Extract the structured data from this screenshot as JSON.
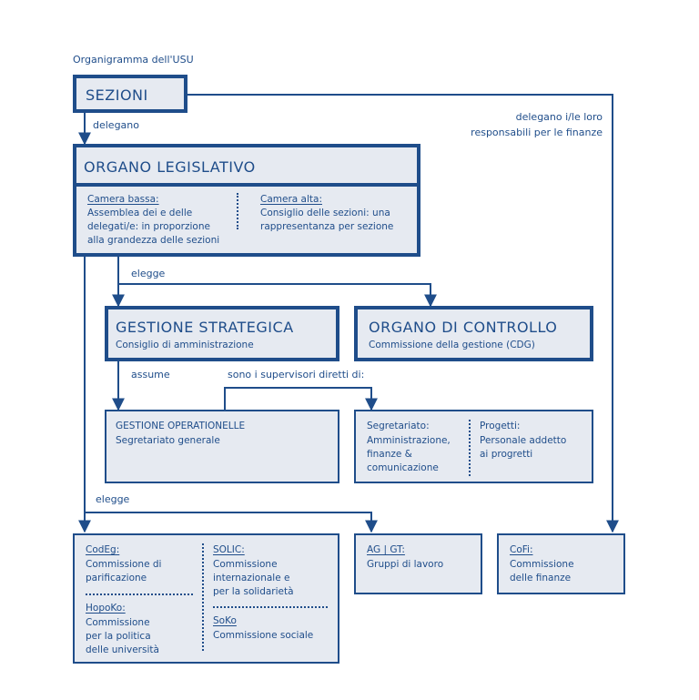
{
  "header": {
    "title": "Organigramma dell'USU"
  },
  "sezioni": {
    "title": "SEZIONI"
  },
  "labels": {
    "delegano": "delegano",
    "delegano_finanze_line1": "delegano i/le loro",
    "delegano_finanze_line2": "responsabili per le finanze",
    "elegge1": "elegge",
    "assume": "assume",
    "supervisori": "sono i supervisori diretti di:",
    "elegge2": "elegge"
  },
  "legislativo": {
    "title": "ORGANO LEGISLATIVO",
    "bassa_title": "Camera bassa:",
    "bassa_lines": [
      "Assemblea dei e delle",
      "delegati/e: in proporzione",
      "alla grandezza delle sezioni"
    ],
    "alta_title": "Camera alta:",
    "alta_lines": [
      "Consiglio delle sezioni: una",
      "rappresentanza per sezione"
    ]
  },
  "strategica": {
    "title": "GESTIONE STRATEGICA",
    "subtitle": "Consiglio di amministrazione"
  },
  "controllo": {
    "title": "ORGANO DI CONTROLLO",
    "subtitle": "Commissione della gestione (CDG)"
  },
  "operationelle": {
    "title": "GESTIONE OPERATIONELLE",
    "subtitle": "Segretariato generale"
  },
  "segretariato": {
    "seg_title": "Segretariato:",
    "seg_lines": [
      "Amministrazione,",
      "finanze &",
      "comunicazione"
    ],
    "prog_title": "Progetti:",
    "prog_lines": [
      "Personale addetto",
      "ai progretti"
    ]
  },
  "commissioni": {
    "codeg_title": "CodEg:",
    "codeg_lines": [
      "Commissione di",
      "parificazione"
    ],
    "solic_title": "SOLIC:",
    "solic_lines": [
      "Commissione",
      "internazionale e",
      "per la solidarietà"
    ],
    "hopoko_title": "HopoKo:",
    "hopoko_lines": [
      "Commissione",
      "per la politica",
      "delle università"
    ],
    "soko_title": "SoKo",
    "soko_lines": [
      "Commissione sociale"
    ]
  },
  "gruppi": {
    "title": "AG | GT:",
    "subtitle": "Gruppi di lavoro"
  },
  "cofi": {
    "title": "CoFi:",
    "lines": [
      "Commissione",
      "delle finanze"
    ]
  },
  "colors": {
    "line": "#1f4d8a",
    "fill": "#e6eaf1"
  }
}
